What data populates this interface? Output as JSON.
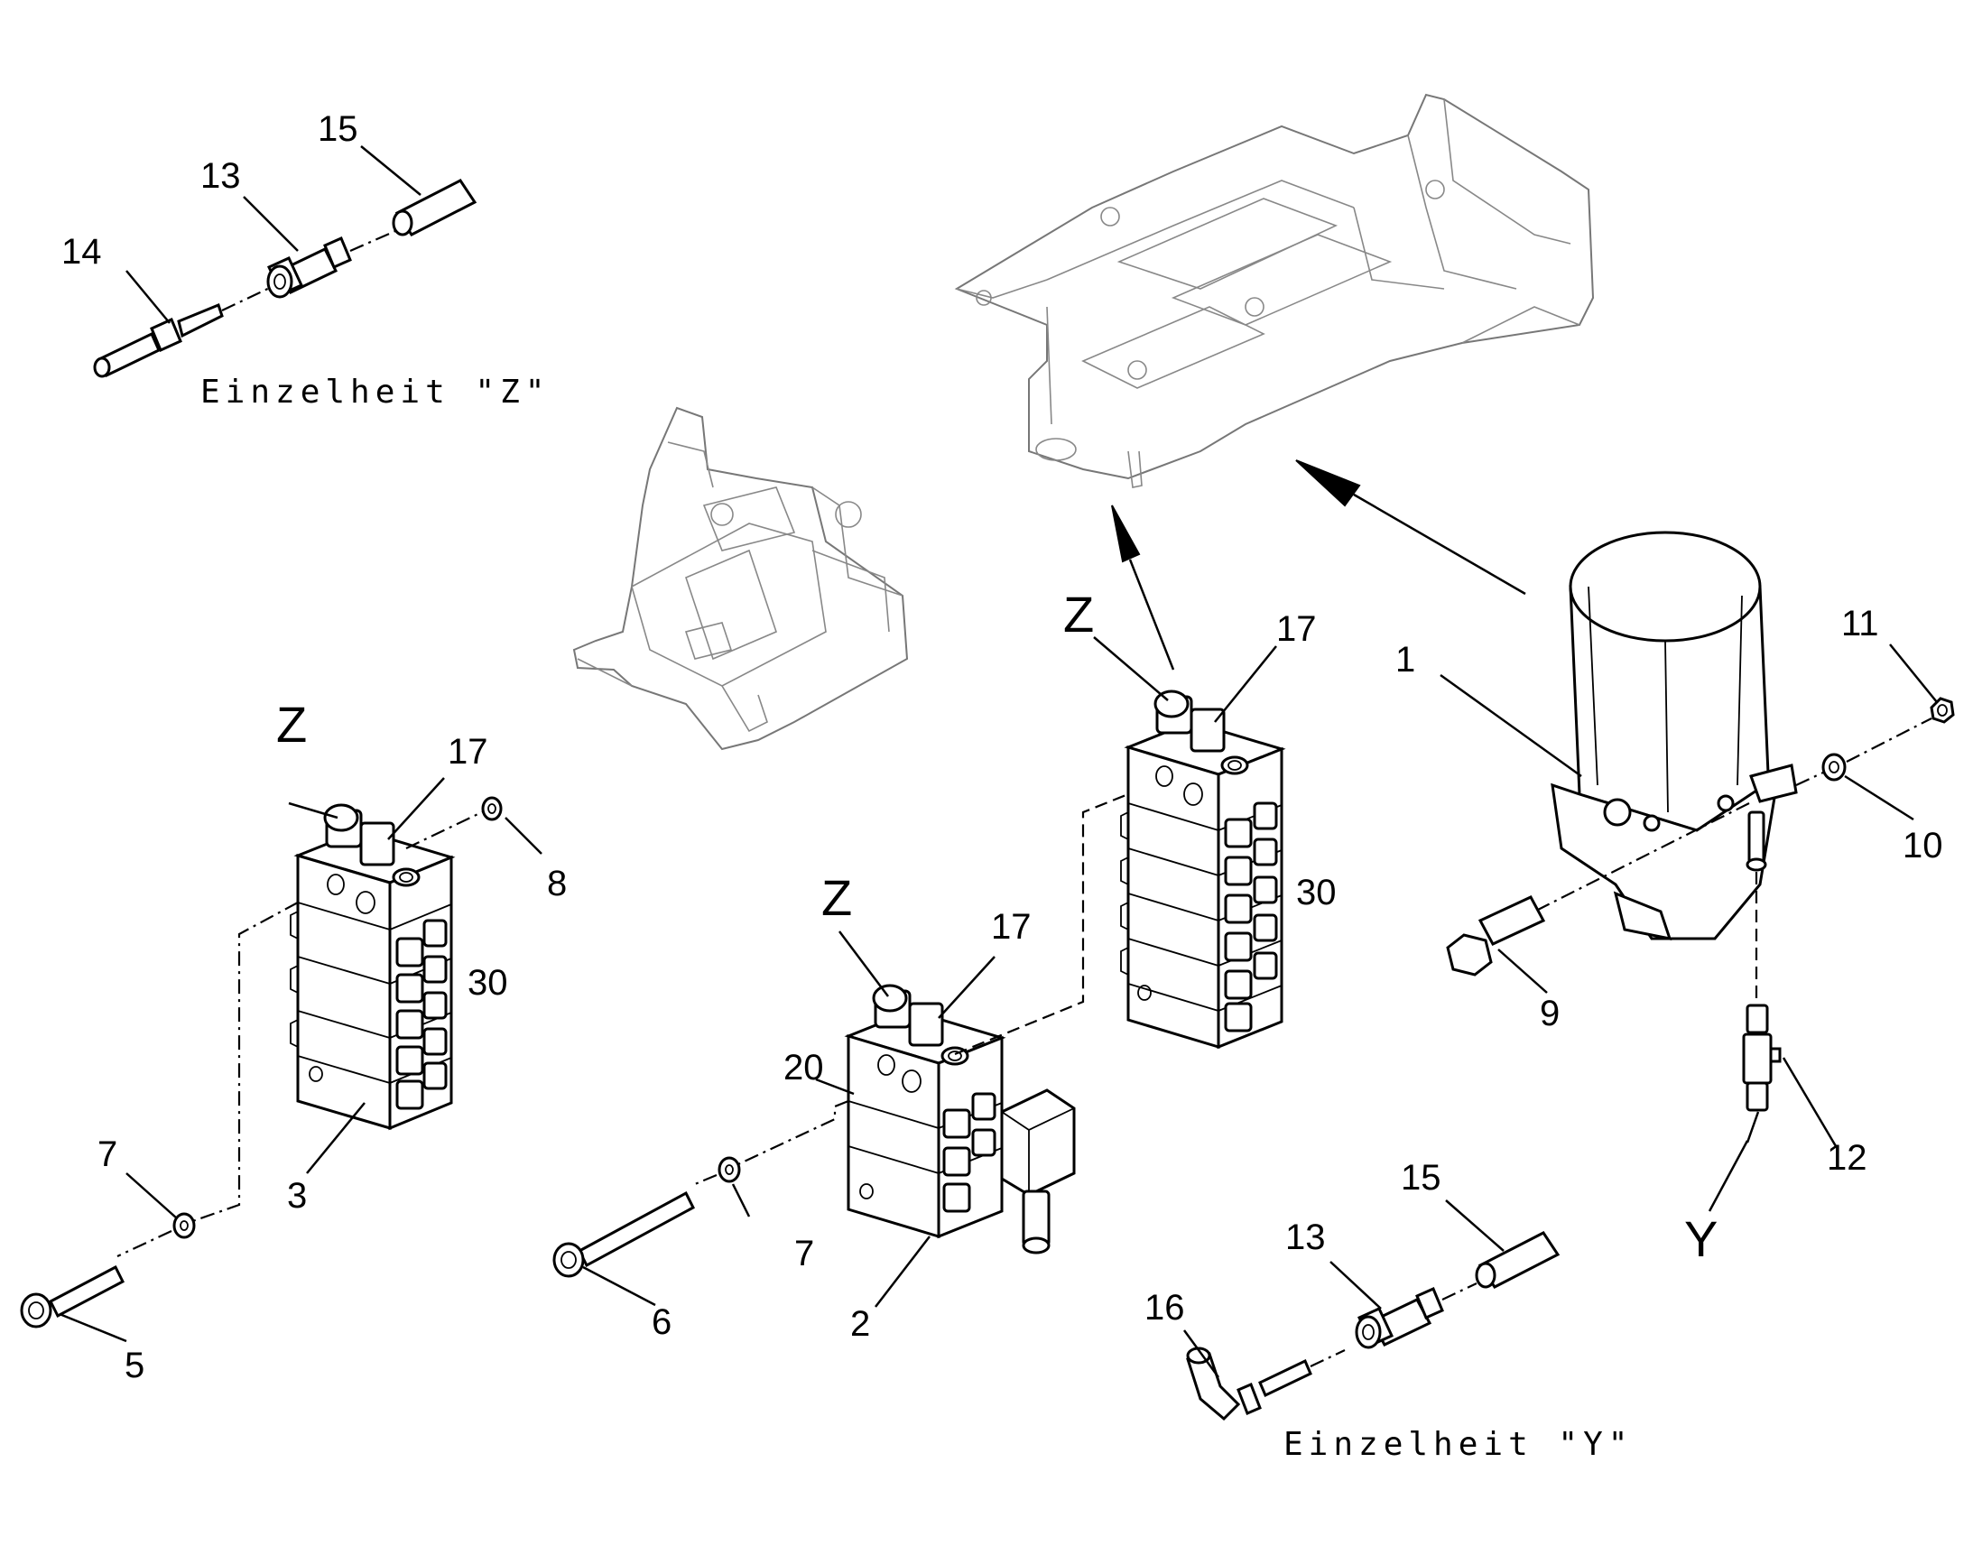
{
  "details": {
    "z": "Einzelheit \"Z\"",
    "y": "Einzelheit \"Y\""
  },
  "view_markers": {
    "z": "Z",
    "y": "Y"
  },
  "part_numbers": {
    "p1": "1",
    "p2": "2",
    "p3": "3",
    "p5": "5",
    "p6": "6",
    "p7a": "7",
    "p7b": "7",
    "p8": "8",
    "p9": "9",
    "p10": "10",
    "p11": "11",
    "p12": "12",
    "p13a": "13",
    "p13b": "13",
    "p14": "14",
    "p15a": "15",
    "p15b": "15",
    "p16": "16",
    "p17a": "17",
    "p17b": "17",
    "p17c": "17",
    "p20": "20",
    "p30a": "30",
    "p30b": "30"
  }
}
